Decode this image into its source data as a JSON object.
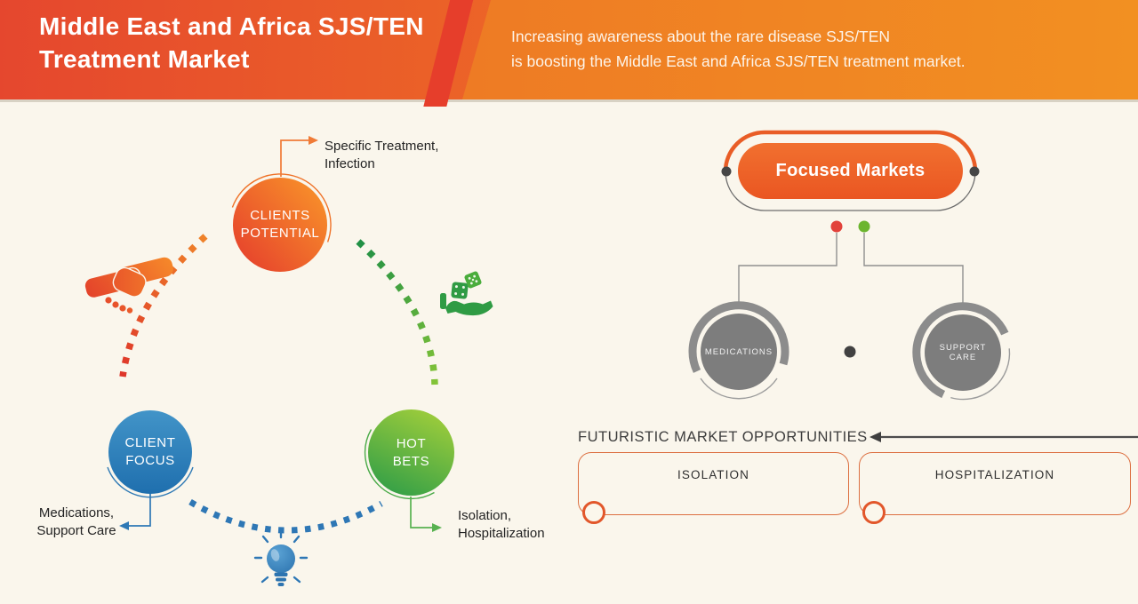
{
  "header": {
    "title_line1": "Middle East and Africa SJS/TEN",
    "title_line2": "Treatment Market",
    "subtitle_line1": "Increasing awareness about the rare disease SJS/TEN",
    "subtitle_line2": "is boosting the Middle East and Africa SJS/TEN treatment market."
  },
  "cycle": {
    "clients_potential": {
      "label_line1": "CLIENTS",
      "label_line2": "POTENTIAL",
      "callout_line1": "Specific Treatment,",
      "callout_line2": "Infection"
    },
    "client_focus": {
      "label_line1": "CLIENT",
      "label_line2": "FOCUS",
      "callout_line1": "Medications,",
      "callout_line2": "Support Care"
    },
    "hot_bets": {
      "label_line1": "HOT",
      "label_line2": "BETS",
      "callout_line1": "Isolation,",
      "callout_line2": "Hospitalization"
    },
    "icons": [
      "handshake-icon",
      "dice-hand-icon",
      "lightbulb-icon"
    ]
  },
  "focused_markets": {
    "label": "Focused Markets",
    "branch_left": "MEDICATIONS",
    "branch_right": "SUPPORT CARE"
  },
  "opportunities": {
    "heading": "FUTURISTIC MARKET OPPORTUNITIES",
    "items": [
      {
        "label": "ISOLATION"
      },
      {
        "label": "HOSPITALIZATION"
      }
    ]
  },
  "colors": {
    "background": "#faf6ec",
    "header_gradient_left": "#e5472e",
    "header_gradient_right": "#f29022",
    "accent_orange": "#ee5f2b",
    "accent_blue": "#2e78b5",
    "accent_green": "#55b04c",
    "gray_node": "#7d7d7d",
    "dot_red": "#e2423b",
    "dot_green": "#6cb52f",
    "box_border_orange": "#dc6f40",
    "text_dark": "#2e2e2e"
  }
}
